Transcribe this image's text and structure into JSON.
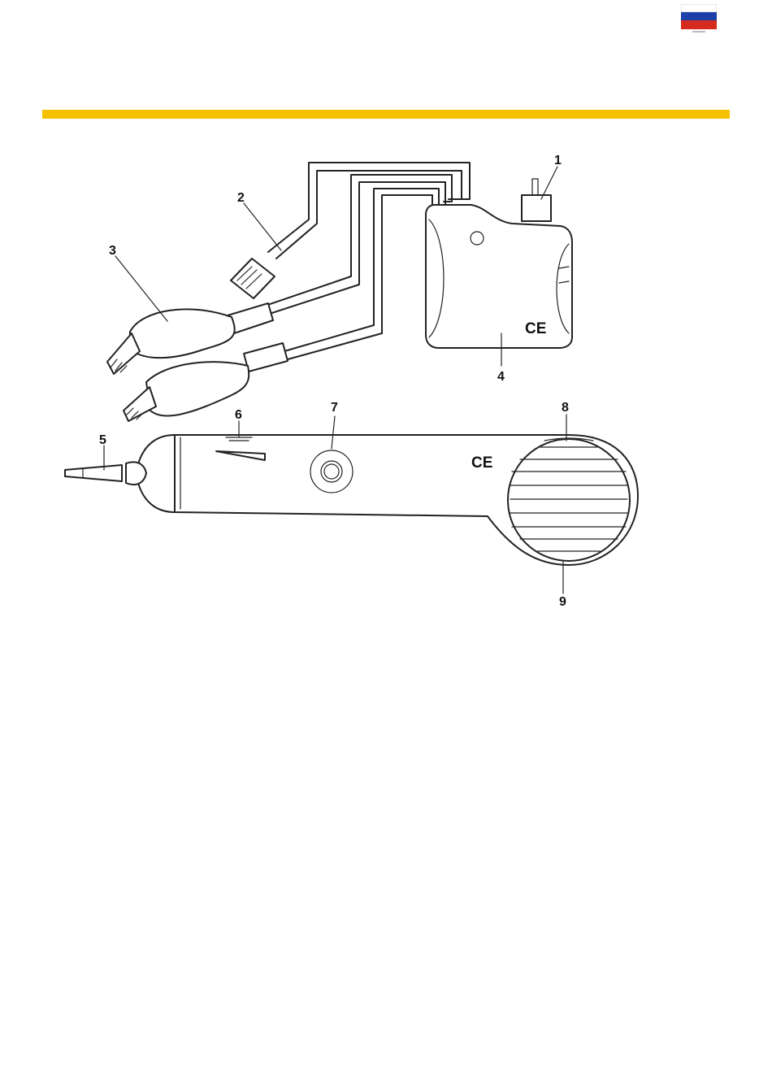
{
  "header": {
    "flag": {
      "name": "russia-flag",
      "stripes": [
        "#ffffff",
        "#1c3fa8",
        "#d52b1e"
      ]
    },
    "rule_color": "#f5c100"
  },
  "diagram": {
    "callouts": [
      "1",
      "2",
      "3",
      "4",
      "5",
      "6",
      "7",
      "8",
      "9"
    ],
    "ce_mark": "CE"
  }
}
